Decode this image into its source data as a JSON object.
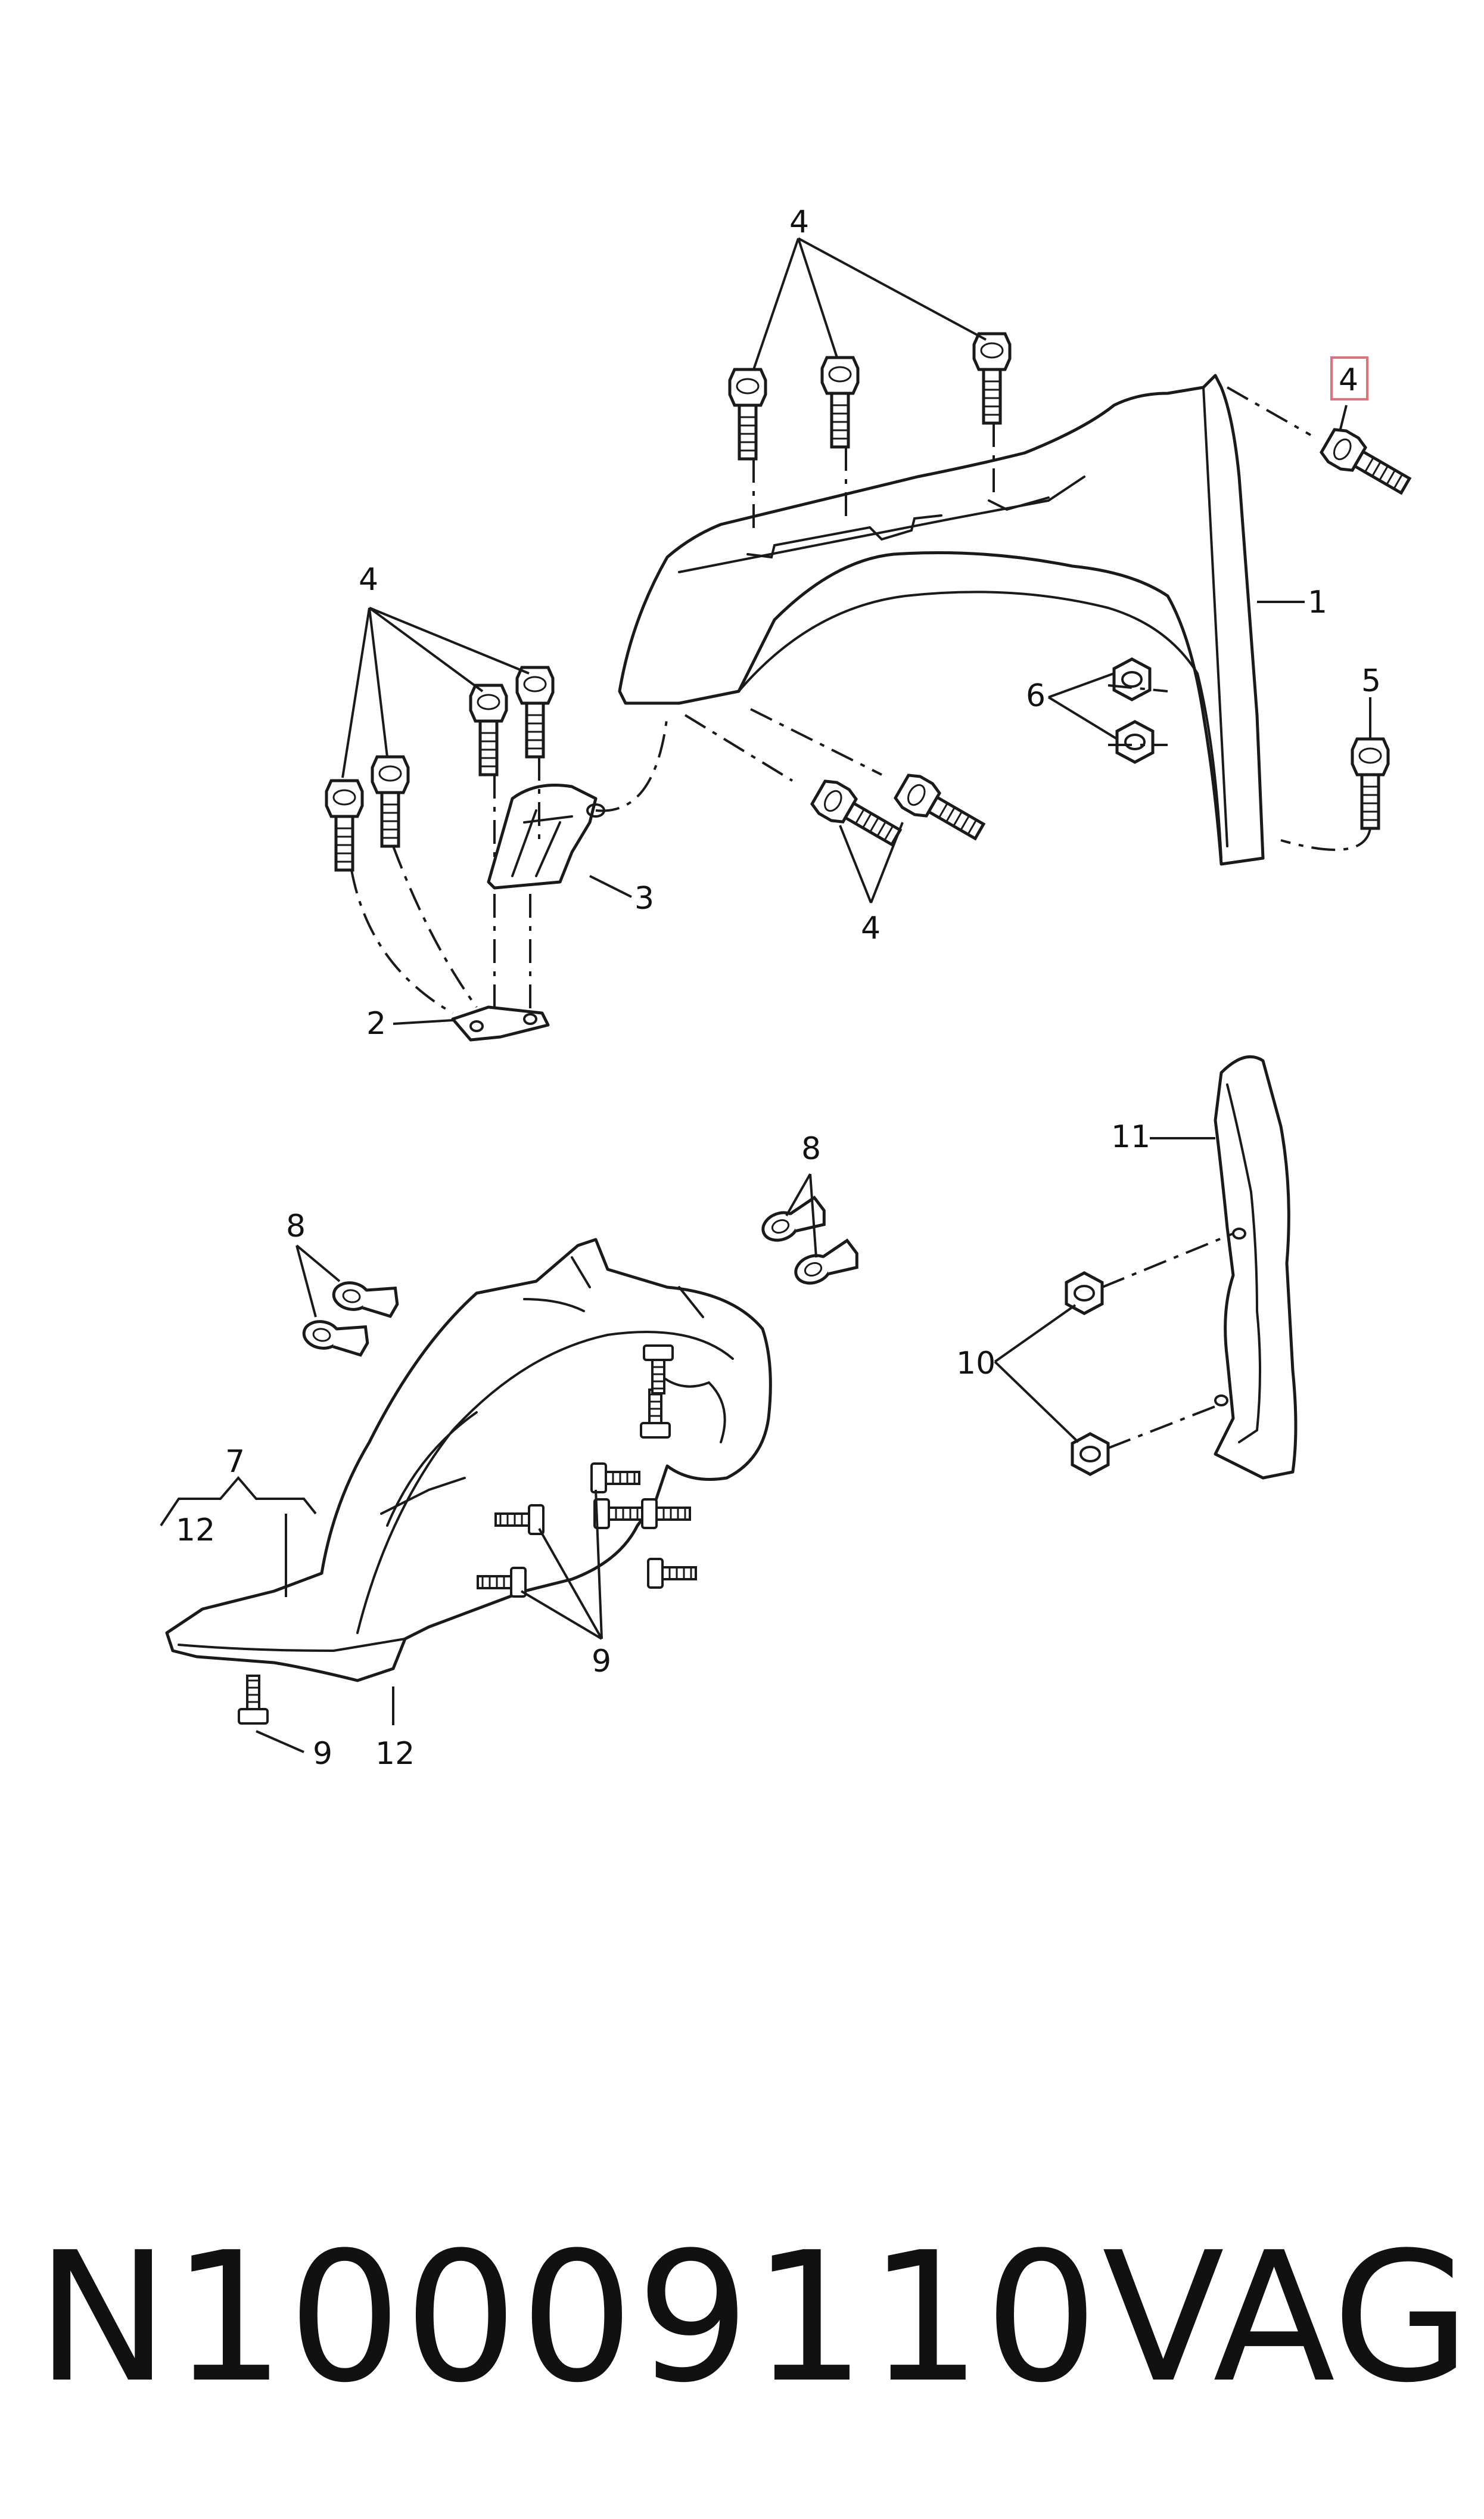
{
  "callouts": {
    "c1": "1",
    "c2": "2",
    "c3": "3",
    "c4": "4",
    "c5": "5",
    "c6": "6",
    "c7": "7",
    "c8": "8",
    "c9": "9",
    "c10": "10",
    "c11": "11",
    "c12": "12"
  },
  "highlighted_callout": "4",
  "highlight_color": "#e0707a",
  "footer": {
    "part_number": "N10009110",
    "brand": "VAG"
  }
}
